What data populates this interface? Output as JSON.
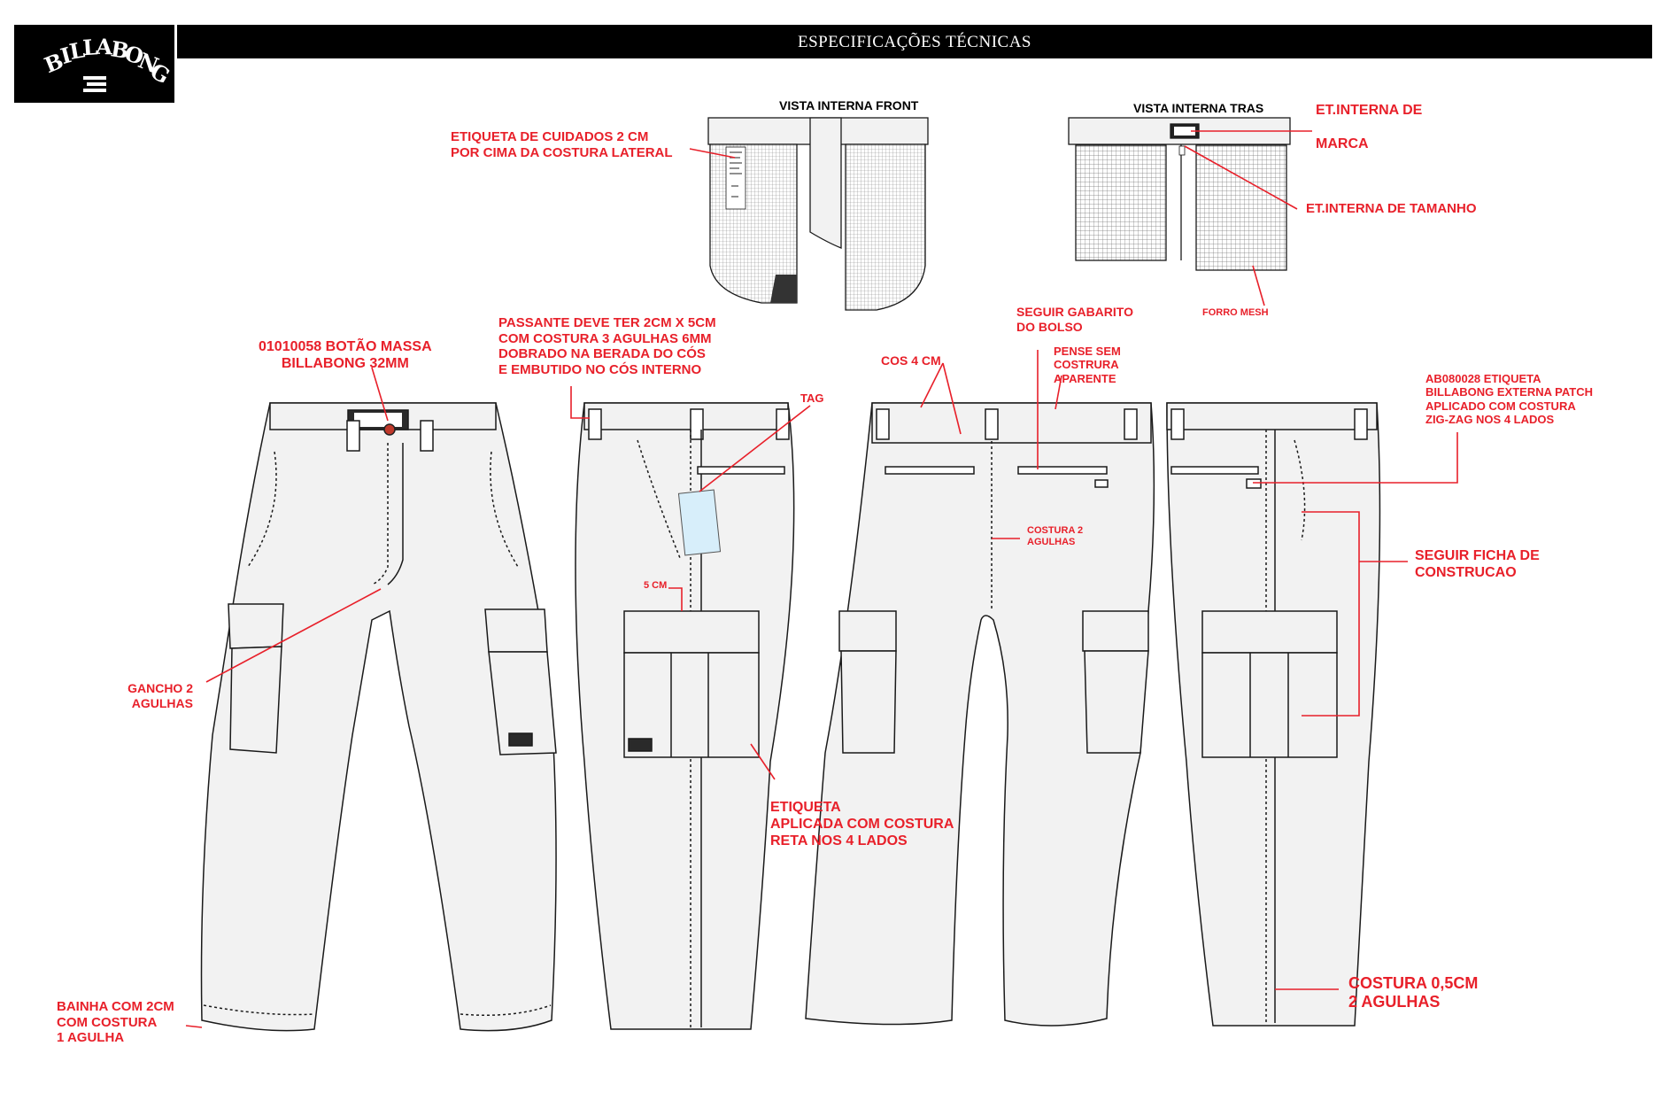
{
  "header": {
    "title": "ESPECIFICAÇÕES TÉCNICAS"
  },
  "logo": {
    "text": "BILLABONG",
    "color": "#ffffff",
    "background": "#000000"
  },
  "views": {
    "interior_front": "VISTA INTERNA FRONT",
    "interior_back": "VISTA INTERNA TRAS"
  },
  "annotations": {
    "care_label": "ETIQUETA DE CUIDADOS 2 CM\nPOR CIMA DA COSTURA LATERAL",
    "brand_label": "ET.INTERNA DE\n\nMARCA",
    "size_label": "ET.INTERNA DE TAMANHO",
    "mesh_lining": "FORRO MESH",
    "button": "01010058 BOTÃO MASSA\nBILLABONG 32MM",
    "belt_loop": "PASSANTE DEVE TER 2CM X 5CM\nCOM COSTURA 3 AGULHAS 6MM\nDOBRADO NA BERADA DO CÓS\nE EMBUTIDO NO CÓS INTERNO",
    "tag": "TAG",
    "five_cm": "5 CM",
    "pocket_template": "SEGUIR GABARITO\nDO BOLSO",
    "no_seam": "PENSE SEM\nCOSTRURA\nAPARENTE",
    "waistband": "COS 4 CM",
    "two_needle_seam": "COSTURA 2\nAGULHAS",
    "external_patch": "AB080028 ETIQUETA\nBILLABONG EXTERNA PATCH\nAPLICADO COM COSTURA\nZIG-ZAG NOS 4 LADOS",
    "construction_sheet": "SEGUIR FICHA DE\nCONSTRUCAO",
    "crotch_hook": "GANCHO 2\nAGULHAS",
    "applied_label": "ETIQUETA\nAPLICADA COM COSTURA\nRETA NOS 4 LADOS",
    "side_seam": "COSTURA 0,5CM\n2 AGULHAS",
    "hem": "BAINHA COM 2CM\nCOM COSTURA\n1 AGULHA"
  },
  "colors": {
    "annotation": "#e8202a",
    "outline": "#1a1a1a",
    "fabric": "#f2f2f2",
    "header": "#000000"
  }
}
